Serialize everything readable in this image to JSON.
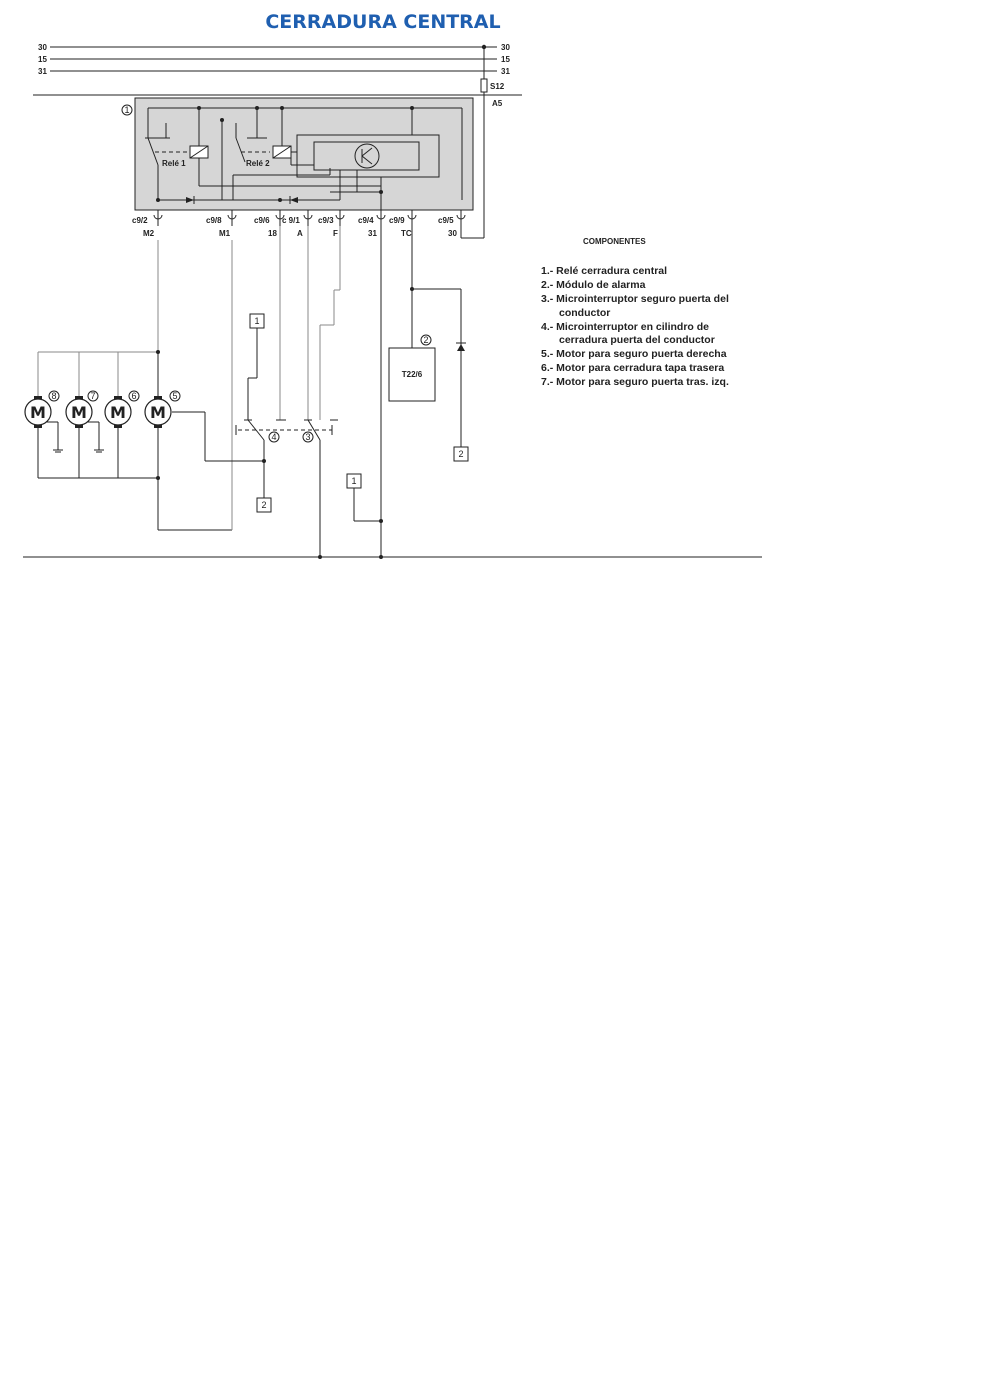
{
  "title": "CERRADURA CENTRAL",
  "bus_lines": {
    "l30": "30",
    "l15": "15",
    "l31": "31",
    "r30": "30",
    "r15": "15",
    "r31": "31"
  },
  "fuse": {
    "label": "S12",
    "connector": "A5"
  },
  "relay_box": {
    "number": "1",
    "relay1": "Relé 1",
    "relay2": "Relé 2"
  },
  "pins": [
    {
      "pin": "c9/2",
      "signal": "M2"
    },
    {
      "pin": "c9/8",
      "signal": "M1"
    },
    {
      "pin": "c9/6",
      "signal": "18"
    },
    {
      "pin": "c 9/1",
      "signal": "A"
    },
    {
      "pin": "c9/3",
      "signal": "F"
    },
    {
      "pin": "c9/4",
      "signal": "31"
    },
    {
      "pin": "c9/9",
      "signal": "TC"
    },
    {
      "pin": "c9/5",
      "signal": "30"
    }
  ],
  "motors": [
    {
      "symbol": "M",
      "number": "8"
    },
    {
      "symbol": "M",
      "number": "7"
    },
    {
      "symbol": "M",
      "number": "6"
    },
    {
      "symbol": "M",
      "number": "5"
    }
  ],
  "switches": {
    "sw4": "4",
    "sw3": "3"
  },
  "module": {
    "number": "2",
    "label": "T22/6"
  },
  "ref_boxes": {
    "a": "1",
    "b": "2",
    "c": "1",
    "d": "2"
  },
  "components": {
    "heading": "COMPONENTES",
    "items": [
      "1.- Relé cerradura central",
      "2.- Módulo de alarma",
      "3.- Microinterruptor seguro puerta del",
      "conductor",
      "4.- Microinterruptor en cilindro de",
      "cerradura puerta del conductor",
      "5.- Motor para seguro puerta derecha",
      "6.- Motor para cerradura tapa trasera",
      "7.- Motor para seguro puerta tras. izq."
    ]
  },
  "colors": {
    "title": "#1f5fb0",
    "relay_fill": "#d6d6d6",
    "wire": "#222222",
    "wire_grey": "#8a8a8a"
  }
}
